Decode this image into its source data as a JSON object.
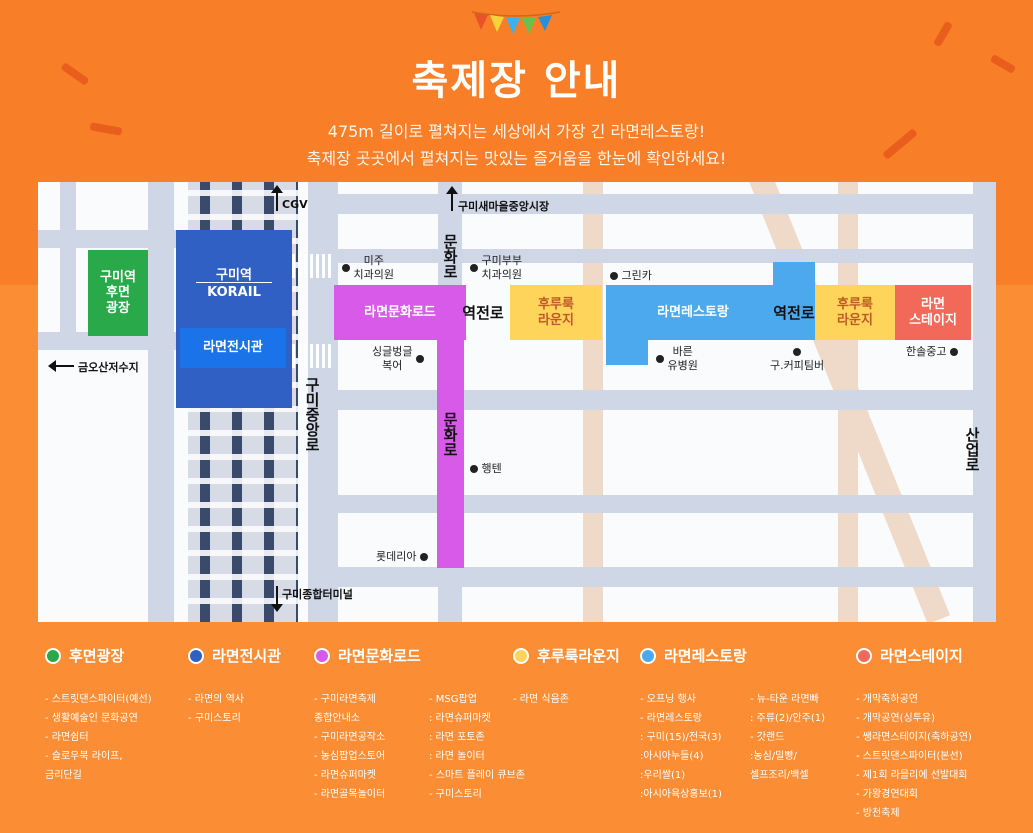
{
  "header": {
    "title": "축제장 안내",
    "subtitle_line1": "475m 길이로 펼쳐지는 세상에서 가장 긴 라면레스토랑!",
    "subtitle_line2": "축제장 곳곳에서 펼쳐지는 맛있는 즐거움을 한눈에 확인하세요!"
  },
  "colors": {
    "background": "#f98a2e",
    "huemyeon_plaza": "#2aa94a",
    "ramen_hall": "#3160c5",
    "ramen_culture_road": "#d85ae8",
    "hururuk_lounge": "#ffd45a",
    "ramen_restaurant": "#4da9ee",
    "ramen_stage": "#f2695a"
  },
  "map": {
    "huemyeon_plaza": "구미역\n후면\n광장",
    "station_name": "구미역",
    "station_korail": "KORAIL",
    "ramen_hall": "라면전시관",
    "ramen_culture_road": "라면문화로드",
    "yeokjeon_road": "역전로",
    "hururuk_lounge": "후루룩\n라운지",
    "ramen_restaurant": "라면레스토랑",
    "ramen_stage": "라면\n스테이지",
    "munhwa_road_top": "문화로",
    "munhwa_road": "문화로",
    "gumi_jungang_road": "구미중앙로",
    "sanup_road": "산업로",
    "cgv": "CGV",
    "market": "구미새마을중앙시장",
    "terminal": "구미종합터미널",
    "reservoir": "금오산저수지",
    "poi_mijoo": "미주\n치과의원",
    "poi_gumi_couple": "구미부부\n치과의원",
    "poi_greenca": "그린카",
    "poi_single": "싱글벙글\n복어",
    "poi_bareun": "바른\n유병원",
    "poi_coffee": "구.커피팀버",
    "poi_hansol": "한솔중고",
    "poi_hangten": "행텐",
    "poi_lotteria": "롯데리아"
  },
  "legend": [
    {
      "name": "후면광장",
      "color": "#2aa94a",
      "columns": [
        [
          "스트릿댄스파이터(예선)",
          "생활예술인 문화공연",
          "라면쉼터",
          "슬로우북 라이프,",
          "금리단길"
        ]
      ],
      "bullets": [
        [
          true,
          true,
          true,
          true,
          false
        ]
      ]
    },
    {
      "name": "라면전시관",
      "color": "#3160c5",
      "columns": [
        [
          "라면의 역사",
          "구미스토리"
        ]
      ],
      "bullets": [
        [
          true,
          true
        ]
      ]
    },
    {
      "name": "라면문화로드",
      "color": "#d85ae8",
      "columns": [
        [
          "구미라면축제",
          "종합안내소",
          "구미라면공작소",
          "농심팝업스토어",
          "라면슈퍼마켓",
          "라면골목놀이터"
        ],
        [
          "MSG팝업",
          ": 라면슈퍼마켓",
          ": 라면 포토존",
          ": 라면 놀이터",
          "스마트 플레이 큐브존",
          "구미스토리"
        ]
      ],
      "bullets": [
        [
          true,
          false,
          true,
          true,
          true,
          true
        ],
        [
          true,
          false,
          false,
          false,
          true,
          true
        ]
      ]
    },
    {
      "name": "후루룩라운지",
      "color": "#ffd45a",
      "columns": [
        [
          "라면 식음존"
        ]
      ],
      "bullets": [
        [
          true
        ]
      ]
    },
    {
      "name": "라면레스토랑",
      "color": "#4da9ee",
      "columns": [
        [
          "오프닝 행사",
          "라면레스토랑",
          ": 구미(15)/전국(3)",
          ":아시아누들(4)",
          ":우리쌀(1)",
          ":아시아육상홍보(1)"
        ],
        [
          "뉴-타운 라면빠",
          ": 주류(2)/안주(1)",
          "갓랜드",
          ":농심/밀빵/",
          "셀프조리/백셀"
        ]
      ],
      "bullets": [
        [
          true,
          true,
          false,
          false,
          false,
          false
        ],
        [
          true,
          false,
          true,
          false,
          false
        ]
      ]
    },
    {
      "name": "라면스테이지",
      "color": "#f2695a",
      "columns": [
        [
          "개막축하공연",
          "개막공연(싱투유)",
          "쌩라면스테이지(축하공연)",
          "스트릿댄스파이터(본선)",
          "제1회 라믈리에 선발대회",
          "가왕경연대회",
          "방천축제"
        ]
      ],
      "bullets": [
        [
          true,
          true,
          true,
          true,
          true,
          true,
          true
        ]
      ]
    }
  ]
}
